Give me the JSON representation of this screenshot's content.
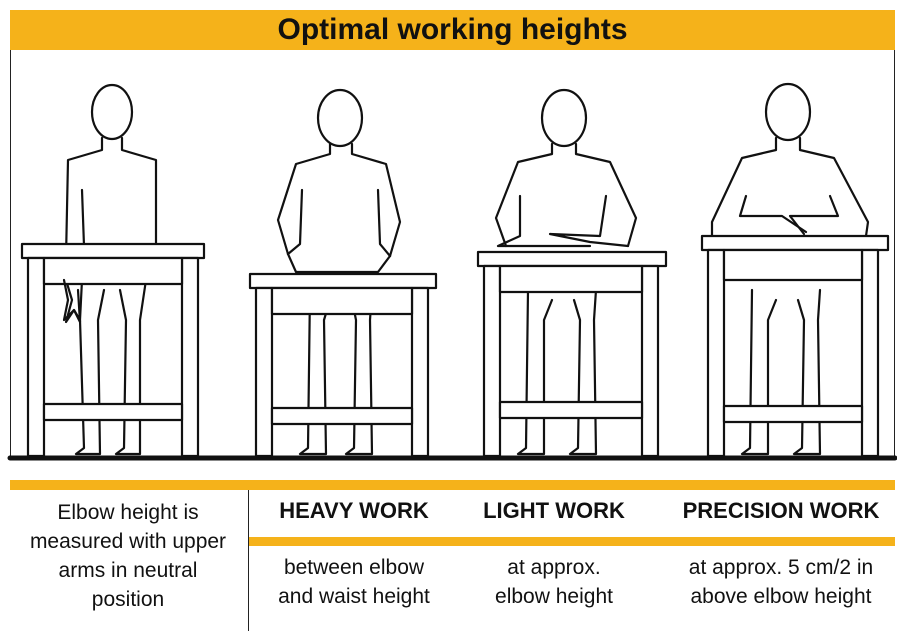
{
  "title": "Optimal working heights",
  "note": {
    "lines": [
      "Elbow height is",
      "measured with upper",
      "arms in neutral",
      "position"
    ]
  },
  "columns": [
    {
      "header": "HEAVY WORK",
      "desc_lines": [
        "between elbow",
        "and waist height"
      ]
    },
    {
      "header": "LIGHT WORK",
      "desc_lines": [
        "at approx.",
        "elbow height"
      ]
    },
    {
      "header": "PRECISION WORK",
      "desc_lines": [
        "at approx. 5 cm/2 in",
        "above elbow height"
      ]
    }
  ],
  "colors": {
    "accent": "#f5b21a",
    "ink": "#111111"
  }
}
